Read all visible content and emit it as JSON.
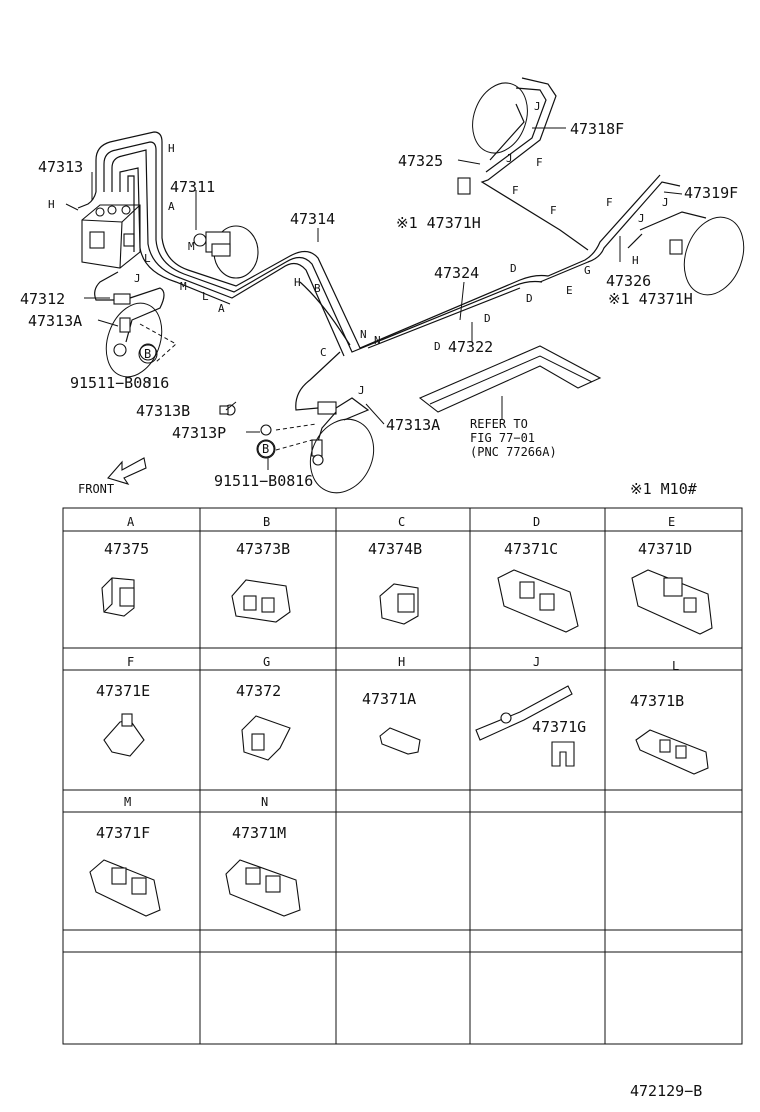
{
  "diagram": {
    "callouts": {
      "p47313": "47313",
      "p47311": "47311",
      "p47314": "47314",
      "p47325": "47325",
      "p47318F": "47318F",
      "p47371H_top": "※1 47371H",
      "p47319F": "47319F",
      "p47324": "47324",
      "p47326": "47326",
      "p47371H_right": "※1 47371H",
      "p47322": "47322",
      "p47312": "47312",
      "p47313A_left": "47313A",
      "p91511_top": "91511−B0816",
      "p47313B": "47313B",
      "p47313P": "47313P",
      "p47313A_right": "47313A",
      "p91511_bottom": "91511−B0816",
      "refer1": "REFER TO",
      "refer2": "FIG 77−01",
      "refer3": "(PNC 77266A)",
      "front": "FRONT",
      "note": "※1 M10#",
      "circle_b": "B"
    },
    "letters": {
      "H1": "H",
      "H2": "H",
      "H3": "H",
      "H4": "H",
      "A1": "A",
      "A2": "A",
      "M1": "M",
      "M2": "M",
      "L1": "L",
      "L2": "L",
      "B1": "B",
      "C1": "C",
      "N1": "N",
      "N2": "N",
      "J1": "J",
      "J2": "J",
      "J3": "J",
      "J4": "J",
      "J5": "J",
      "F1": "F",
      "F2": "F",
      "F3": "F",
      "F4": "F",
      "D1": "D",
      "D2": "D",
      "D3": "D",
      "D4": "D",
      "E1": "E",
      "G1": "G"
    }
  },
  "clip_table": {
    "rows": [
      [
        {
          "code": "A",
          "part": "47375"
        },
        {
          "code": "B",
          "part": "47373B"
        },
        {
          "code": "C",
          "part": "47374B"
        },
        {
          "code": "D",
          "part": "47371C"
        },
        {
          "code": "E",
          "part": "47371D"
        }
      ],
      [
        {
          "code": "F",
          "part": "47371E"
        },
        {
          "code": "G",
          "part": "47372"
        },
        {
          "code": "H",
          "part": "47371A"
        },
        {
          "code": "J",
          "part": "47371G"
        },
        {
          "code": "L",
          "part": "47371B"
        }
      ],
      [
        {
          "code": "M",
          "part": "47371F"
        },
        {
          "code": "N",
          "part": "47371M"
        },
        {
          "code": "",
          "part": ""
        },
        {
          "code": "",
          "part": ""
        },
        {
          "code": "",
          "part": ""
        }
      ]
    ]
  },
  "figure_id": "472129−B"
}
